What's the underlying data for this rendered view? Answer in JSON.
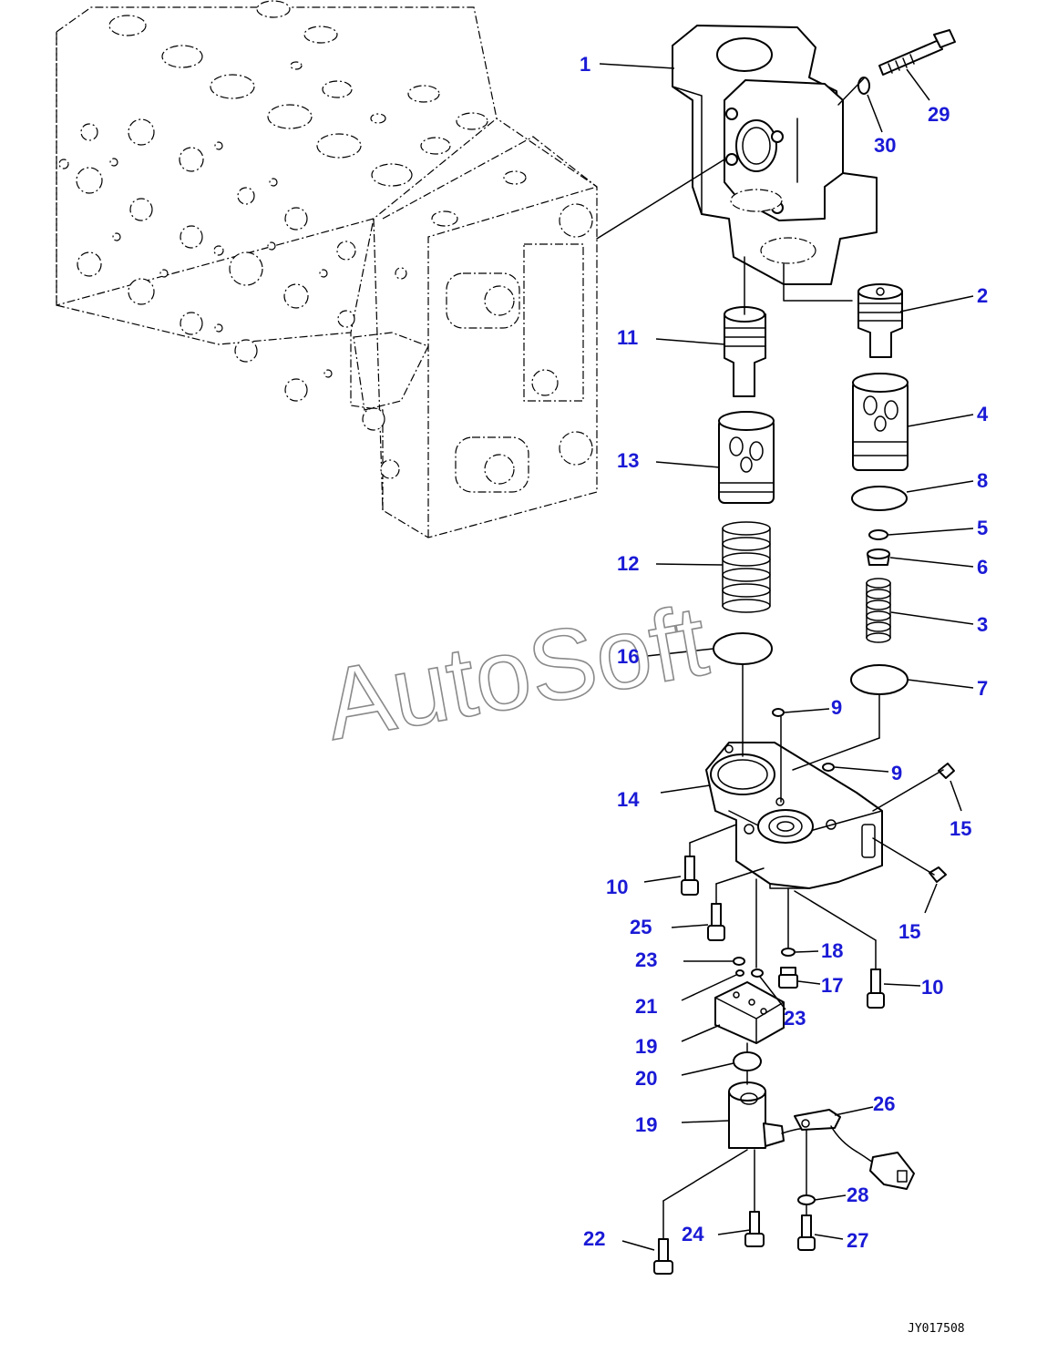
{
  "watermark": "AutoSoft",
  "drawing_code": "JY017508",
  "callouts": [
    "1",
    "29",
    "30",
    "2",
    "11",
    "4",
    "13",
    "8",
    "5",
    "6",
    "12",
    "3",
    "16",
    "7",
    "9",
    "9",
    "14",
    "15",
    "15",
    "10",
    "25",
    "18",
    "23",
    "17",
    "10",
    "21",
    "23",
    "19",
    "20",
    "26",
    "19",
    "28",
    "22",
    "24",
    "27"
  ],
  "colors": {
    "callout": "#1a1ad6",
    "line": "#000000",
    "watermark_outline": "#8a8a8a"
  }
}
